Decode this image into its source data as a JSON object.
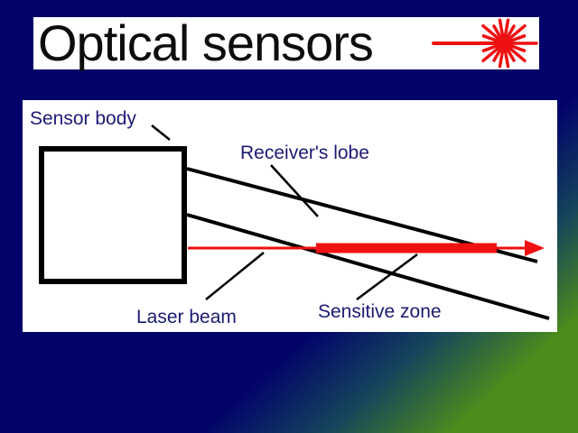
{
  "slide": {
    "title": "Optical sensors",
    "background_color": "#02026a",
    "corner_accent_color": "#4c8c1c"
  },
  "title_bar": {
    "bar_color": "#ffffff",
    "text_color": "#0d0d0d",
    "icon": "laser-starburst-icon",
    "icon_color": "#ee1111"
  },
  "diagram": {
    "panel_color": "#ffffff",
    "labels": {
      "sensor_body": "Sensor body",
      "receivers_lobe": "Receiver's lobe",
      "laser_beam": "Laser beam",
      "sensitive_zone": "Sensitive zone"
    },
    "colors": {
      "label_text": "#1b1b75",
      "outline_lines": "#000000",
      "laser_beam": "#ee1111"
    },
    "elements": [
      "sensor-body-square",
      "receiver-lobe-upper-line",
      "receiver-lobe-lower-line",
      "laser-beam-line",
      "sensitive-zone-thick-segment",
      "laser-arrowhead"
    ]
  }
}
